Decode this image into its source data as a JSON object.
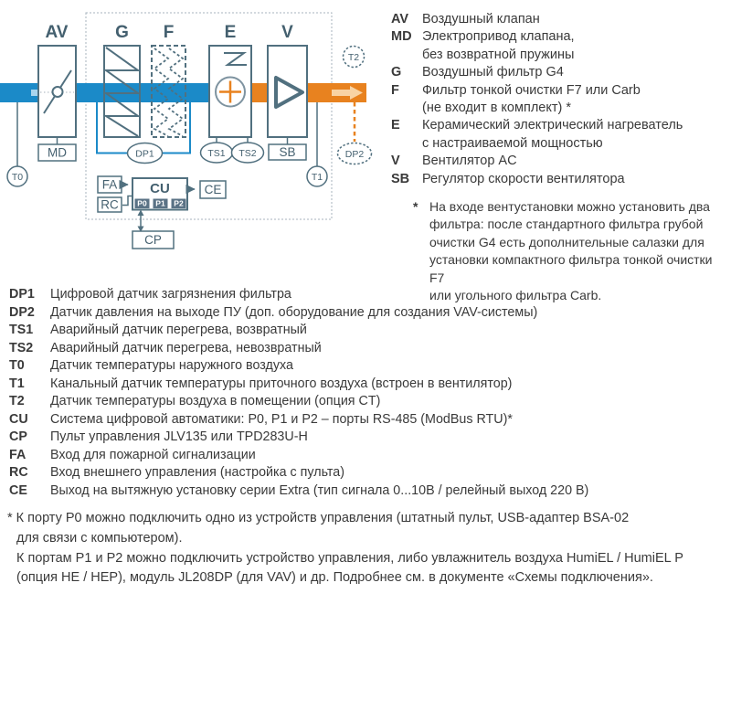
{
  "diagram": {
    "title_labels": {
      "av": "AV",
      "g": "G",
      "f": "F",
      "e": "E",
      "v": "V"
    },
    "tags": {
      "t0": "T0",
      "md": "MD",
      "dp1": "DP1",
      "ts1": "TS1",
      "ts2": "TS2",
      "sb": "SB",
      "t1": "T1",
      "t2": "T2",
      "dp2": "DP2",
      "fa": "FA",
      "rc": "RC",
      "cu": "CU",
      "ce": "CE",
      "cp": "CP",
      "p0": "P0",
      "p1": "P1",
      "p2": "P2"
    },
    "colors": {
      "supply_duct_blue": "#1b8ac8",
      "heated_duct_orange": "#e8821f",
      "outline_slate": "#51707f",
      "label_slate": "#44606f",
      "duct_arrow_light_blue": "#a9d5ee",
      "duct_arrow_light_orange": "#f8d3a4",
      "port_fill": "#5a7285"
    }
  },
  "legend": {
    "rows": [
      {
        "label": "AV",
        "text": "Воздушный клапан"
      },
      {
        "label": "MD",
        "text": "Электропривод клапана,"
      },
      {
        "label": "",
        "text": "без возвратной пружины"
      },
      {
        "label": "G",
        "text": "Воздушный фильтр G4"
      },
      {
        "label": "F",
        "text": "Фильтр тонкой очистки F7 или Carb"
      },
      {
        "label": "",
        "text": "(не входит в комплект) *"
      },
      {
        "label": "E",
        "text": "Керамический электрический нагреватель"
      },
      {
        "label": "",
        "text": "с настраиваемой мощностью"
      },
      {
        "label": "V",
        "text": "Вентилятор AC"
      },
      {
        "label": "SB",
        "text": "Регулятор скорости вентилятора"
      }
    ],
    "note": {
      "marker": "*",
      "lines": [
        "На входе вентустановки можно установить два",
        "фильтра: после стандартного фильтра грубой",
        "очистки G4 есть дополнительные салазки для",
        "установки компактного фильтра тонкой очистки F7",
        "или угольного фильтра Carb."
      ]
    }
  },
  "definitions": {
    "rows": [
      {
        "label": "DP1",
        "text": "Цифровой датчик загрязнения фильтра"
      },
      {
        "label": "DP2",
        "text": "Датчик давления на выходе ПУ (доп. оборудование для создания VAV-системы)"
      },
      {
        "label": "TS1",
        "text": "Аварийный датчик перегрева, возвратный"
      },
      {
        "label": "TS2",
        "text": "Аварийный датчик перегрева, невозвратный"
      },
      {
        "label": "T0",
        "text": "Датчик температуры наружного воздуха"
      },
      {
        "label": "T1",
        "text": "Канальный датчик температуры приточного воздуха (встроен в вентилятор)"
      },
      {
        "label": "T2",
        "text": "Датчик температуры воздуха в помещении (опция CT)"
      },
      {
        "label": "CU",
        "text": "Система цифровой автоматики: P0, P1 и P2 – порты RS-485 (ModBus RTU)*"
      },
      {
        "label": "CP",
        "text": "Пульт управления JLV135 или TPD283U-H"
      },
      {
        "label": "FA",
        "text": "Вход для пожарной сигнализации"
      },
      {
        "label": "RC",
        "text": "Вход внешнего управления (настройка с пульта)"
      },
      {
        "label": "CE",
        "text": "Выход на вытяжную установку серии Extra (тип сигнала 0...10В / релейный выход 220 В)"
      }
    ]
  },
  "footnote": {
    "lines": [
      "* К порту P0 можно подключить одно из устройств управления (штатный пульт, USB-адаптер BSA-02",
      "для связи с компьютером).",
      "К портам P1 и P2 можно подключить устройство управления, либо увлажнитель воздуха HumiEL /  HumiEL P",
      "(опция HE / HEP), модуль JL208DP (для VAV) и др. Подробнее см. в документе «Схемы подключения»."
    ]
  }
}
